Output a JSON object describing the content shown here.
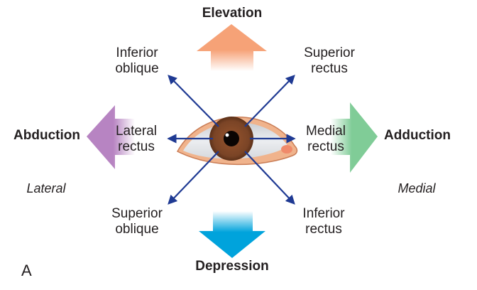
{
  "panel_label": "A",
  "directions": {
    "up": "Elevation",
    "down": "Depression",
    "left": "Abduction",
    "right": "Adduction"
  },
  "sides": {
    "left": "Lateral",
    "right": "Medial"
  },
  "muscles": {
    "inferior_oblique": [
      "Inferior",
      "oblique"
    ],
    "superior_rectus": [
      "Superior",
      "rectus"
    ],
    "lateral_rectus": [
      "Lateral",
      "rectus"
    ],
    "medial_rectus": [
      "Medial",
      "rectus"
    ],
    "superior_oblique": [
      "Superior",
      "oblique"
    ],
    "inferior_rectus": [
      "Inferior",
      "rectus"
    ]
  },
  "colors": {
    "elevation_arrow": "#f6a277",
    "depression_arrow": "#00a3dc",
    "abduction_arrow": "#b784c2",
    "adduction_arrow": "#80cc97",
    "muscle_arrows": "#1f3a93",
    "iris": "#7a4426",
    "eyelid": "#f0b38c"
  }
}
